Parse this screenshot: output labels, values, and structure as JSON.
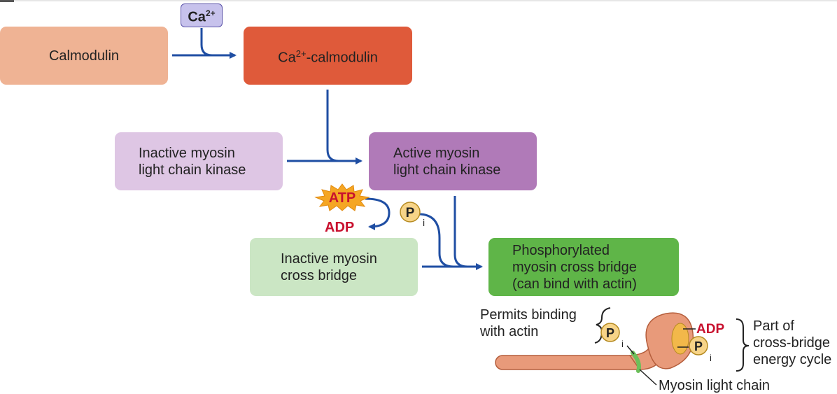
{
  "ions": {
    "ca": "Ca",
    "ca_charge": "2+"
  },
  "boxes": {
    "calmodulin": "Calmodulin",
    "ca_calmodulin": {
      "prefix": "Ca",
      "sup": "2+",
      "suffix": "-calmodulin"
    },
    "inactive_mlck": [
      "Inactive myosin",
      "light chain kinase"
    ],
    "active_mlck": [
      "Active myosin",
      "light chain kinase"
    ],
    "inactive_bridge": [
      "Inactive myosin",
      "cross bridge"
    ],
    "phospho_bridge": [
      "Phosphorylated",
      "myosin cross bridge",
      "(can bind with actin)"
    ]
  },
  "molecules": {
    "atp": "ATP",
    "adp": "ADP",
    "p": "P",
    "i": "i"
  },
  "annotations": {
    "permits": [
      "Permits binding",
      "with actin"
    ],
    "part_of": [
      "Part of",
      "cross-bridge",
      "energy cycle"
    ],
    "myosin_light_chain": "Myosin light chain"
  },
  "colors": {
    "calmodulin": "#efb394",
    "ca_calmodulin": "#df5a3a",
    "inactive_mlck": "#dec6e4",
    "active_mlck": "#b07ab8",
    "inactive_bridge": "#cbe6c4",
    "phospho_bridge": "#5fb548",
    "arrow": "#1f4ea3",
    "ca_badge": "#c7c2ec",
    "atp_burst": "#f5a623",
    "phosphate": "#f7d488",
    "adp_red": "#c8102e",
    "myosin_body": "#e89a7a",
    "light_chain": "#6cbf5a"
  }
}
